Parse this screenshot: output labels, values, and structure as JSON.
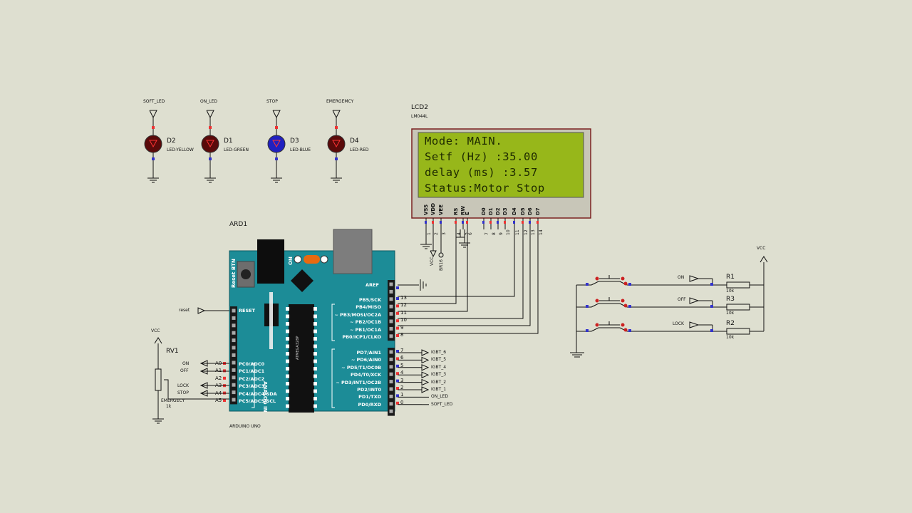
{
  "leds": [
    {
      "label": "SOFT_LED",
      "ref": "D2",
      "part": "LED-YELLOW",
      "color": "#5a0a0a"
    },
    {
      "label": "ON_LED",
      "ref": "D1",
      "part": "LED-GREEN",
      "color": "#5a0a0a"
    },
    {
      "label": "STOP",
      "ref": "D3",
      "part": "LED-BLUE",
      "color": "#2020c0"
    },
    {
      "label": "EMERGEMCY",
      "ref": "D4",
      "part": "LED-RED",
      "color": "#5a0a0a"
    }
  ],
  "lcd": {
    "ref": "LCD2",
    "part": "LM044L",
    "lines": [
      "Mode: MAIN.",
      "Setf (Hz)  :35.00",
      "delay (ms) :3.57",
      "Status:Motor Stop"
    ],
    "pins": [
      "VSS",
      "VDD",
      "VEE",
      "RS",
      "RW",
      "E",
      "D0",
      "D1",
      "D2",
      "D3",
      "D4",
      "D5",
      "D6",
      "D7"
    ],
    "pin_numbers": [
      "1",
      "2",
      "3",
      "4",
      "5",
      "6",
      "7",
      "8",
      "9",
      "10",
      "11",
      "12",
      "13",
      "14"
    ],
    "vcc_label": "VCC",
    "brightness_label": "BR16"
  },
  "arduino": {
    "ref": "ARD1",
    "part": "ARDUINO UNO",
    "reset_btn": "Reset BTN",
    "on_label": "ON",
    "chip": "ATMEGA328P",
    "analog_in": "ANALOG IN",
    "aref": "AREF",
    "reset": "RESET",
    "left_pins": [
      "PC0/ADC0",
      "PC1/ADC1",
      "PC2/ADC2",
      "PC3/ADC3",
      "PC4/ADC4/SDA",
      "PC5/ADC5/SCL"
    ],
    "analog_numbers": [
      "A0",
      "A1",
      "A2",
      "A3",
      "A4",
      "A5"
    ],
    "right_pins_top": [
      "PB5/SCK",
      "PB4/MISO",
      "~ PB3/MOSI/OC2A",
      "~ PB2/OC1B",
      "~ PB1/OC1A",
      "PB0/ICP1/CLKO"
    ],
    "right_nums_top": [
      "13",
      "12",
      "11",
      "10",
      "9",
      "8"
    ],
    "right_pins_bottom": [
      "PD7/AIN1",
      "~ PD6/AIN0",
      "~ PD5/T1/OC0B",
      "PD4/T0/XCK",
      "~ PD3/INT1/OC2B",
      "PD2/INT0",
      "PD1/TXD",
      "PD0/RXD"
    ],
    "right_nums_bottom": [
      "7",
      "6",
      "5",
      "4",
      "3",
      "2",
      "1",
      "0"
    ]
  },
  "left_nets": {
    "reset": "reset",
    "on": "ON",
    "off": "OFF",
    "lock": "LOCK",
    "stop": "STOP",
    "emergency": "EMERGECY",
    "vcc": "VCC"
  },
  "pot": {
    "ref": "RV1",
    "value": "1k"
  },
  "right_nets": [
    "IGBT_6",
    "IGBT_5",
    "IGBT_4",
    "IGBT_3",
    "IGBT_2",
    "IGBT_1",
    "ON_LED",
    "SOFT_LED"
  ],
  "switches": {
    "vcc": "VCC",
    "rows": [
      {
        "net": "ON",
        "ref": "R1",
        "value": "10k"
      },
      {
        "net": "OFF",
        "ref": "R3",
        "value": "10k"
      },
      {
        "net": "LOCK",
        "ref": "R2",
        "value": "10k"
      }
    ]
  }
}
